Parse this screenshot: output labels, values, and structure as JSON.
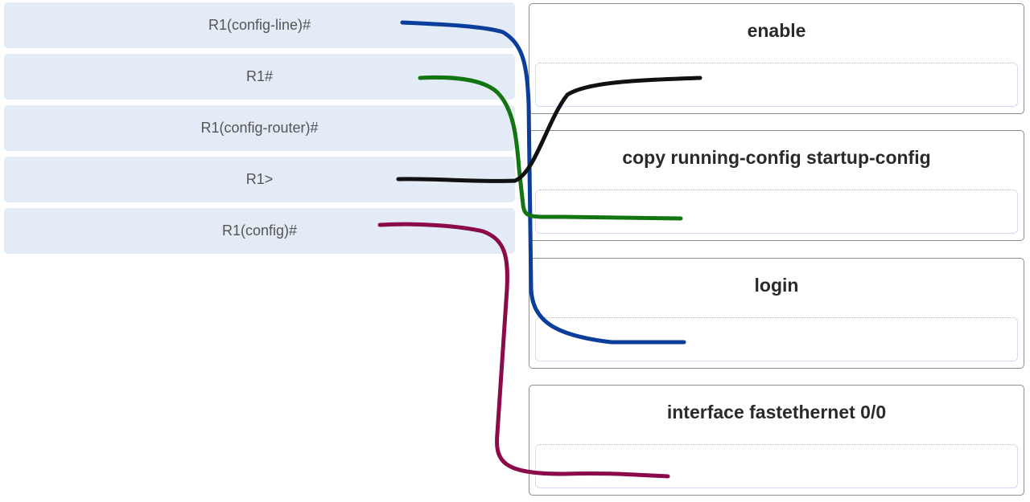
{
  "prompts": [
    {
      "label": "R1(config-line)#"
    },
    {
      "label": "R1#"
    },
    {
      "label": "R1(config-router)#"
    },
    {
      "label": "R1>"
    },
    {
      "label": "R1(config)#"
    }
  ],
  "targets": [
    {
      "label": "enable",
      "matched_prompt": "R1>"
    },
    {
      "label": "copy running-config startup-config",
      "matched_prompt": "R1#"
    },
    {
      "label": "login",
      "matched_prompt": "R1(config-line)#"
    },
    {
      "label": "interface fastethernet 0/0",
      "matched_prompt": "R1(config)#"
    }
  ],
  "annotation_lines": [
    {
      "from": "R1(config-line)#",
      "to": "login",
      "color": "#0b3d9a"
    },
    {
      "from": "R1#",
      "to": "copy running-config startup-config",
      "color": "#127512"
    },
    {
      "from": "R1>",
      "to": "enable",
      "color": "#111111"
    },
    {
      "from": "R1(config)#",
      "to": "interface fastethernet 0/0",
      "color": "#8a0a4a"
    }
  ]
}
